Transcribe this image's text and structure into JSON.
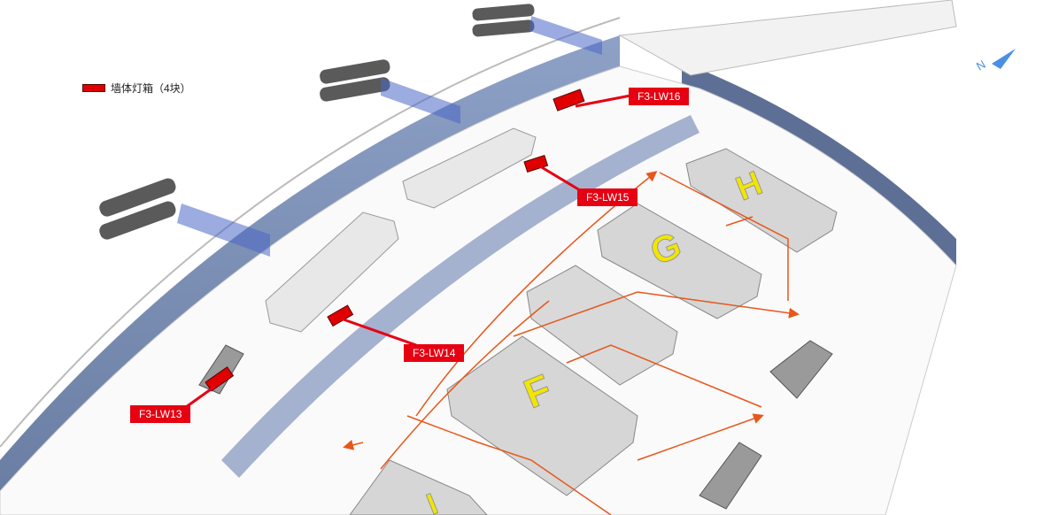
{
  "legend": {
    "label": "墙体灯箱（4块）",
    "color": "#e00000"
  },
  "callouts": {
    "lw13": "F3-LW13",
    "lw14": "F3-LW14",
    "lw15": "F3-LW15",
    "lw16": "F3-LW16"
  },
  "islands": {
    "f": "F",
    "g": "G",
    "h": "H",
    "i": "I"
  },
  "compass": {
    "letter": "N"
  },
  "colors": {
    "accent_red": "#e60012",
    "route_orange": "#e8561a",
    "glass_blue": "#6a7fa8",
    "island_gray": "#d6d6d6",
    "island_letter_yellow": "#f2e600"
  }
}
